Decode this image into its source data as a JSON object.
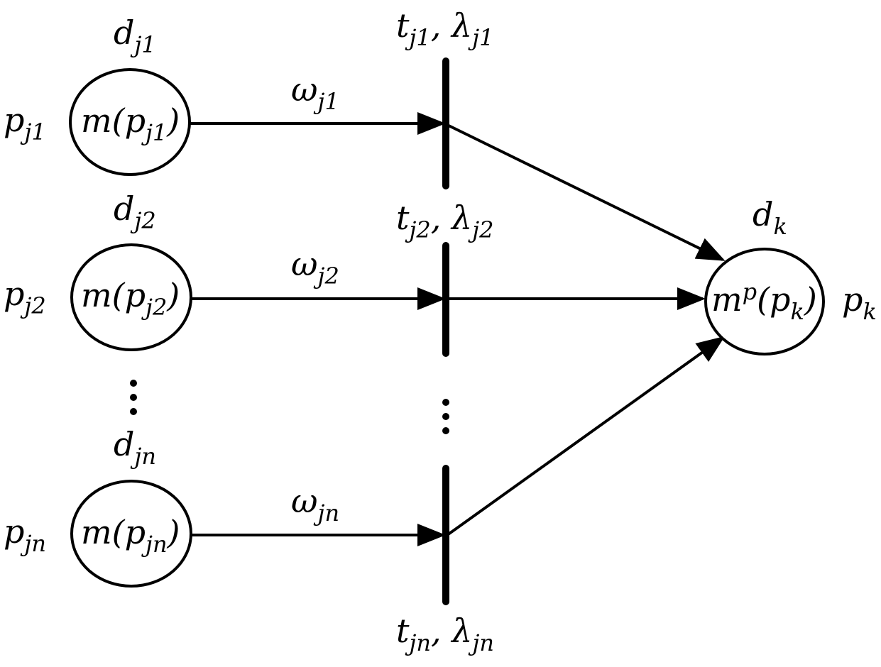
{
  "places": [
    {
      "name_main": "p",
      "name_sub": "j1",
      "delay_main": "d",
      "delay_sub": "j1",
      "marking_text": "m(p",
      "marking_sub": "j1",
      "marking_close": ")"
    },
    {
      "name_main": "p",
      "name_sub": "j2",
      "delay_main": "d",
      "delay_sub": "j2",
      "marking_text": "m(p",
      "marking_sub": "j2",
      "marking_close": ")"
    },
    {
      "name_main": "p",
      "name_sub": "jn",
      "delay_main": "d",
      "delay_sub": "jn",
      "marking_text": "m(p",
      "marking_sub": "jn",
      "marking_close": ")"
    }
  ],
  "transitions": [
    {
      "t_main": "t",
      "t_sub": "j1",
      "sep": ", ",
      "l_main": "λ",
      "l_sub": "j1"
    },
    {
      "t_main": "t",
      "t_sub": "j2",
      "sep": ", ",
      "l_main": "λ",
      "l_sub": "j2"
    },
    {
      "t_main": "t",
      "t_sub": "jn",
      "sep": ", ",
      "l_main": "λ",
      "l_sub": "jn"
    }
  ],
  "weights": [
    {
      "main": "ω",
      "sub": "j1"
    },
    {
      "main": "ω",
      "sub": "j2"
    },
    {
      "main": "ω",
      "sub": "jn"
    }
  ],
  "output_place": {
    "name_main": "p",
    "name_sub": "k",
    "delay_main": "d",
    "delay_sub": "k",
    "marking_m": "m",
    "marking_sup": "p",
    "marking_open": "(p",
    "marking_sub": "k",
    "marking_close": ")"
  },
  "ellipsis_icon": "vertical-ellipsis-icon"
}
